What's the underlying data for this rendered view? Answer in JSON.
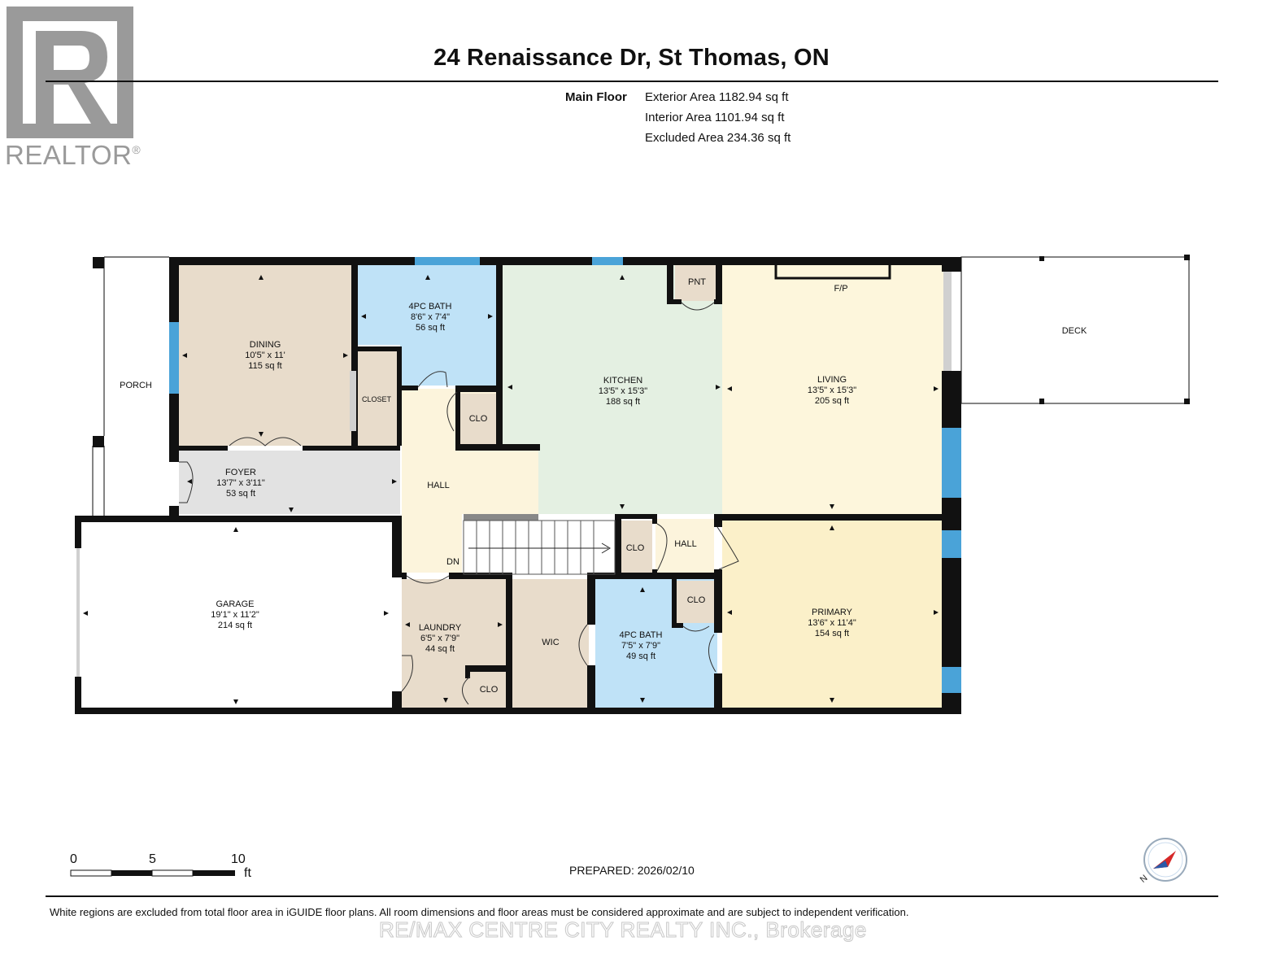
{
  "title": "24 Renaissance Dr, St Thomas, ON",
  "logo": {
    "text": "REALTOR",
    "mark": "®"
  },
  "areas": {
    "floor_label": "Main Floor",
    "exterior": "Exterior Area 1182.94 sq ft",
    "interior": "Interior Area 1101.94 sq ft",
    "excluded": "Excluded Area 234.36 sq ft"
  },
  "rooms": {
    "dining": {
      "name": "DINING",
      "dims": "10'5\" x 11'",
      "area": "115 sq ft"
    },
    "bath1": {
      "name": "4PC BATH",
      "dims": "8'6\" x 7'4\"",
      "area": "56 sq ft"
    },
    "kitchen": {
      "name": "KITCHEN",
      "dims": "13'5\" x 15'3\"",
      "area": "188 sq ft"
    },
    "living": {
      "name": "LIVING",
      "dims": "13'5\" x 15'3\"",
      "area": "205 sq ft"
    },
    "foyer": {
      "name": "FOYER",
      "dims": "13'7\" x 3'11\"",
      "area": "53 sq ft"
    },
    "garage": {
      "name": "GARAGE",
      "dims": "19'1\" x 11'2\"",
      "area": "214 sq ft"
    },
    "laundry": {
      "name": "LAUNDRY",
      "dims": "6'5\" x 7'9\"",
      "area": "44 sq ft"
    },
    "bath2": {
      "name": "4PC BATH",
      "dims": "7'5\" x 7'9\"",
      "area": "49 sq ft"
    },
    "primary": {
      "name": "PRIMARY",
      "dims": "13'6\" x 11'4\"",
      "area": "154 sq ft"
    }
  },
  "labels": {
    "porch": "PORCH",
    "deck": "DECK",
    "closet": "CLOSET",
    "clo": "CLO",
    "pnt": "PNT",
    "fp": "F/P",
    "hall": "HALL",
    "dn": "DN",
    "wic": "WIC"
  },
  "scale": {
    "zero": "0",
    "five": "5",
    "ten": "10",
    "unit": "ft"
  },
  "compass": {
    "label": "N"
  },
  "prepared": "PREPARED: 2026/02/10",
  "disclaimer": "White regions are excluded from total floor area in iGUIDE floor plans. All room dimensions and floor areas must be considered approximate and are subject to independent verification.",
  "watermark": "RE/MAX CENTRE CITY REALTY INC., Brokerage",
  "colors": {
    "dining": "#e8dccb",
    "bath": "#bfe2f7",
    "kitchen": "#e4f0e2",
    "living": "#fdf6dc",
    "primary": "#fbf0c9",
    "hall": "#fcf4dc",
    "foyer": "#e2e2e2",
    "closet": "#e8dccb",
    "wic": "#e8dccb",
    "laundry": "#e8dccb",
    "window": "#4aa3d8",
    "wall": "#111111",
    "logo": "#999999",
    "compass_needle": "#d62828"
  }
}
